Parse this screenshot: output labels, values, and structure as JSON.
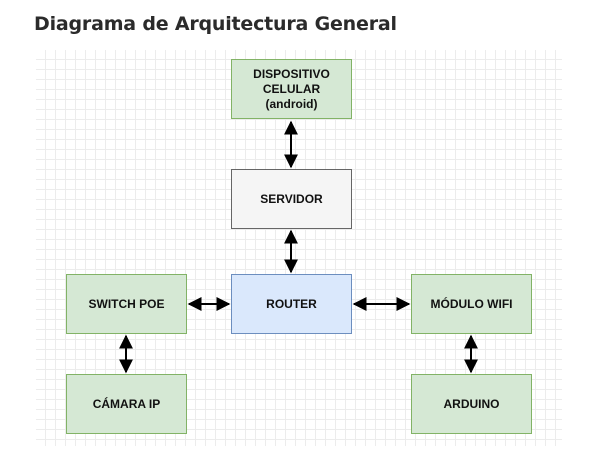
{
  "title": "Diagrama de Arquitectura General",
  "nodes": {
    "device": {
      "line1": "DISPOSITIVO",
      "line2": "CELULAR (android)"
    },
    "server": {
      "label": "SERVIDOR"
    },
    "router": {
      "label": "ROUTER"
    },
    "switch": {
      "label": "SWITCH POE"
    },
    "wifi": {
      "label": "MÓDULO WIFI"
    },
    "camera": {
      "label": "CÁMARA IP"
    },
    "arduino": {
      "label": "ARDUINO"
    }
  },
  "connections": [
    {
      "from": "device",
      "to": "server",
      "direction": "bidirectional"
    },
    {
      "from": "server",
      "to": "router",
      "direction": "bidirectional"
    },
    {
      "from": "switch",
      "to": "router",
      "direction": "bidirectional"
    },
    {
      "from": "router",
      "to": "wifi",
      "direction": "bidirectional"
    },
    {
      "from": "switch",
      "to": "camera",
      "direction": "bidirectional"
    },
    {
      "from": "wifi",
      "to": "arduino",
      "direction": "bidirectional"
    }
  ],
  "colors": {
    "green_fill": "#d5e8d4",
    "green_border": "#82b366",
    "gray_fill": "#f5f5f5",
    "gray_border": "#666666",
    "blue_fill": "#dae8fc",
    "blue_border": "#6c8ebf",
    "arrow": "#000000"
  }
}
